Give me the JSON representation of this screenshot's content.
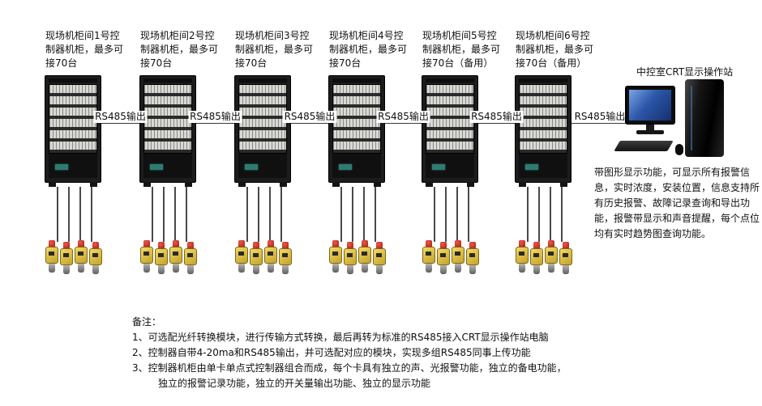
{
  "cabinets": [
    {
      "label": "现场机柜间1号控制器机柜，最多可接70台"
    },
    {
      "label": "现场机柜间2号控制器机柜，最多可接70台"
    },
    {
      "label": "现场机柜间3号控制器机柜，最多可接70台"
    },
    {
      "label": "现场机柜间4号控制器机柜，最多可接70台"
    },
    {
      "label": "现场机柜间5号控制器机柜，最多可接70台（备用）"
    },
    {
      "label": "现场机柜间6号控制器机柜，最多可接70台（备用）"
    }
  ],
  "connections": {
    "rs485_label": "RS485输出"
  },
  "station": {
    "title": "中控室CRT显示操作站",
    "description": "带图形显示功能，可显示所有报警信息，实时浓度，安装位置，信息支持所有历史报警、故障记录查询和导出功能，报警带显示和声音提醒，每个点位均有实时趋势图查询功能。"
  },
  "notes": {
    "title": "备注：",
    "lines": [
      "1、可选配光纤转换模块，进行传输方式转换，最后再转为标准的RS485接入CRT显示操作站电脑",
      "2、控制器自带4-20ma和RS485输出，并可选配对应的模块，实现多组RS485同事上传功能",
      "3、控制器机柜由单卡单点式控制器组合而成，每个卡具有独立的声、光报警功能，独立的备电功能，",
      "独立的报警记录功能，独立的开关量输出功能、独立的显示功能"
    ]
  },
  "colors": {
    "detector_yellow": "#d9b93c",
    "alarm_red": "#c0251c",
    "monitor_screen_blue": "#2c56a8",
    "cabinet_dark": "#1c1c1c",
    "cabinet_display_teal": "#2f7b72"
  }
}
